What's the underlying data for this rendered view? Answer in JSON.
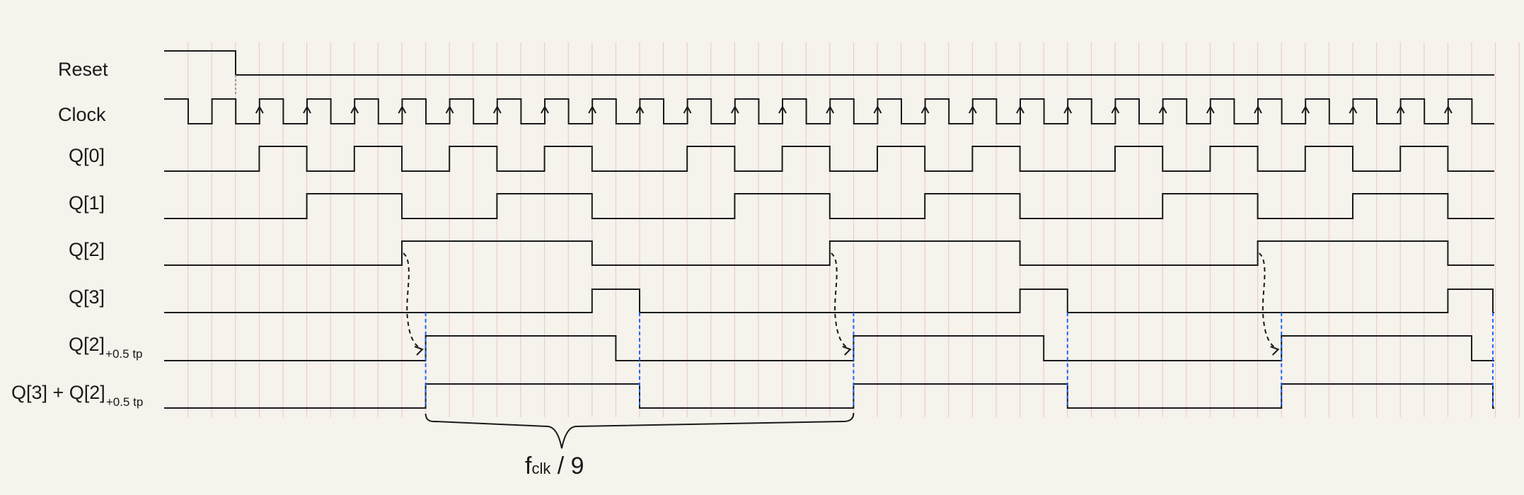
{
  "signals": [
    {
      "name": "Reset"
    },
    {
      "name": "Clock"
    },
    {
      "name": "Q[0]"
    },
    {
      "name": "Q[1]"
    },
    {
      "name": "Q[2]"
    },
    {
      "name": "Q[3]"
    },
    {
      "name": "Q[2]",
      "subscript": "+0.5 tp"
    },
    {
      "name": "Q[3] + Q[2]",
      "subscript": "+0.5 tp"
    }
  ],
  "annotation": {
    "base": "f",
    "subscript": "clk",
    "suffix": " / 9"
  },
  "colors": {
    "paper": "#f6f2ec",
    "grid": "#e8c7c7",
    "trace": "#1a1a1a",
    "delay_marker": "#1a66ff"
  }
}
